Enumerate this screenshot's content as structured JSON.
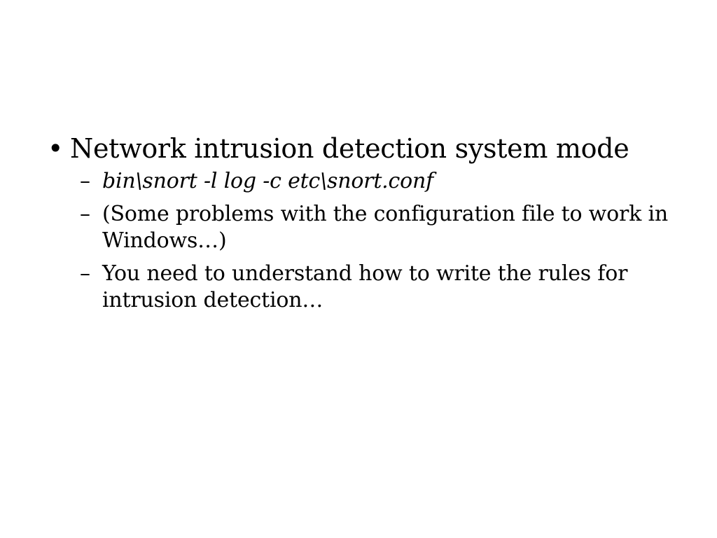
{
  "slide": {
    "bullet_symbol": "•",
    "dash_symbol": "–",
    "items": [
      {
        "text": "Network intrusion detection system mode",
        "subitems": [
          {
            "text": "bin\\snort -l log -c etc\\snort.conf",
            "italic": true
          },
          {
            "text": "(Some problems with the configuration file to work in Windows…)",
            "italic": false
          },
          {
            "text": "You need to understand how to write the rules for intrusion detection…",
            "italic": false
          }
        ]
      }
    ]
  }
}
